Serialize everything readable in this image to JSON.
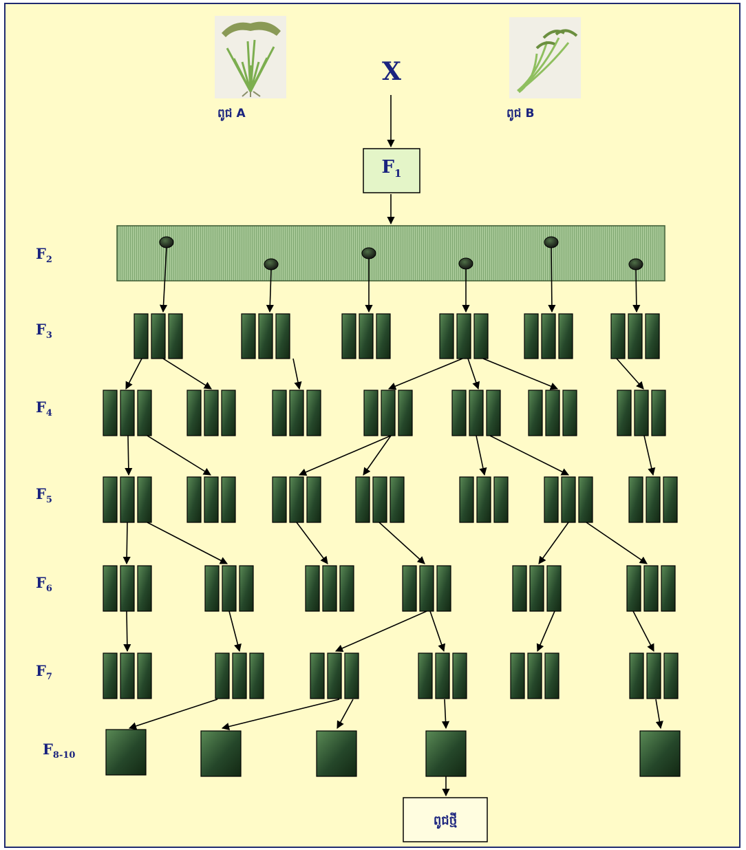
{
  "cross": {
    "symbol": "X"
  },
  "parents": [
    {
      "label": "ពូជ  A",
      "image": "rice-plant-a-photo"
    },
    {
      "label": "ពូជ B",
      "image": "rice-plant-b-photo"
    }
  ],
  "f1": {
    "label": "F",
    "sub": "1"
  },
  "generations": [
    {
      "label": "F",
      "sub": "2"
    },
    {
      "label": "F",
      "sub": "3"
    },
    {
      "label": "F",
      "sub": "4"
    },
    {
      "label": "F",
      "sub": "5"
    },
    {
      "label": "F",
      "sub": "6"
    },
    {
      "label": "F",
      "sub": "7"
    },
    {
      "label": "F",
      "sub": "8-10"
    }
  ],
  "result": {
    "label": "ពូជថ្មី"
  },
  "colors": {
    "background": "#fffbc8",
    "frame": "#1f2a70",
    "label": "#1a237e",
    "block_dark": "#1b3a1b",
    "block_light": "#4f7a4a",
    "f2_bar": "#9bbf8a",
    "f1_box": "#e4f5c8"
  }
}
